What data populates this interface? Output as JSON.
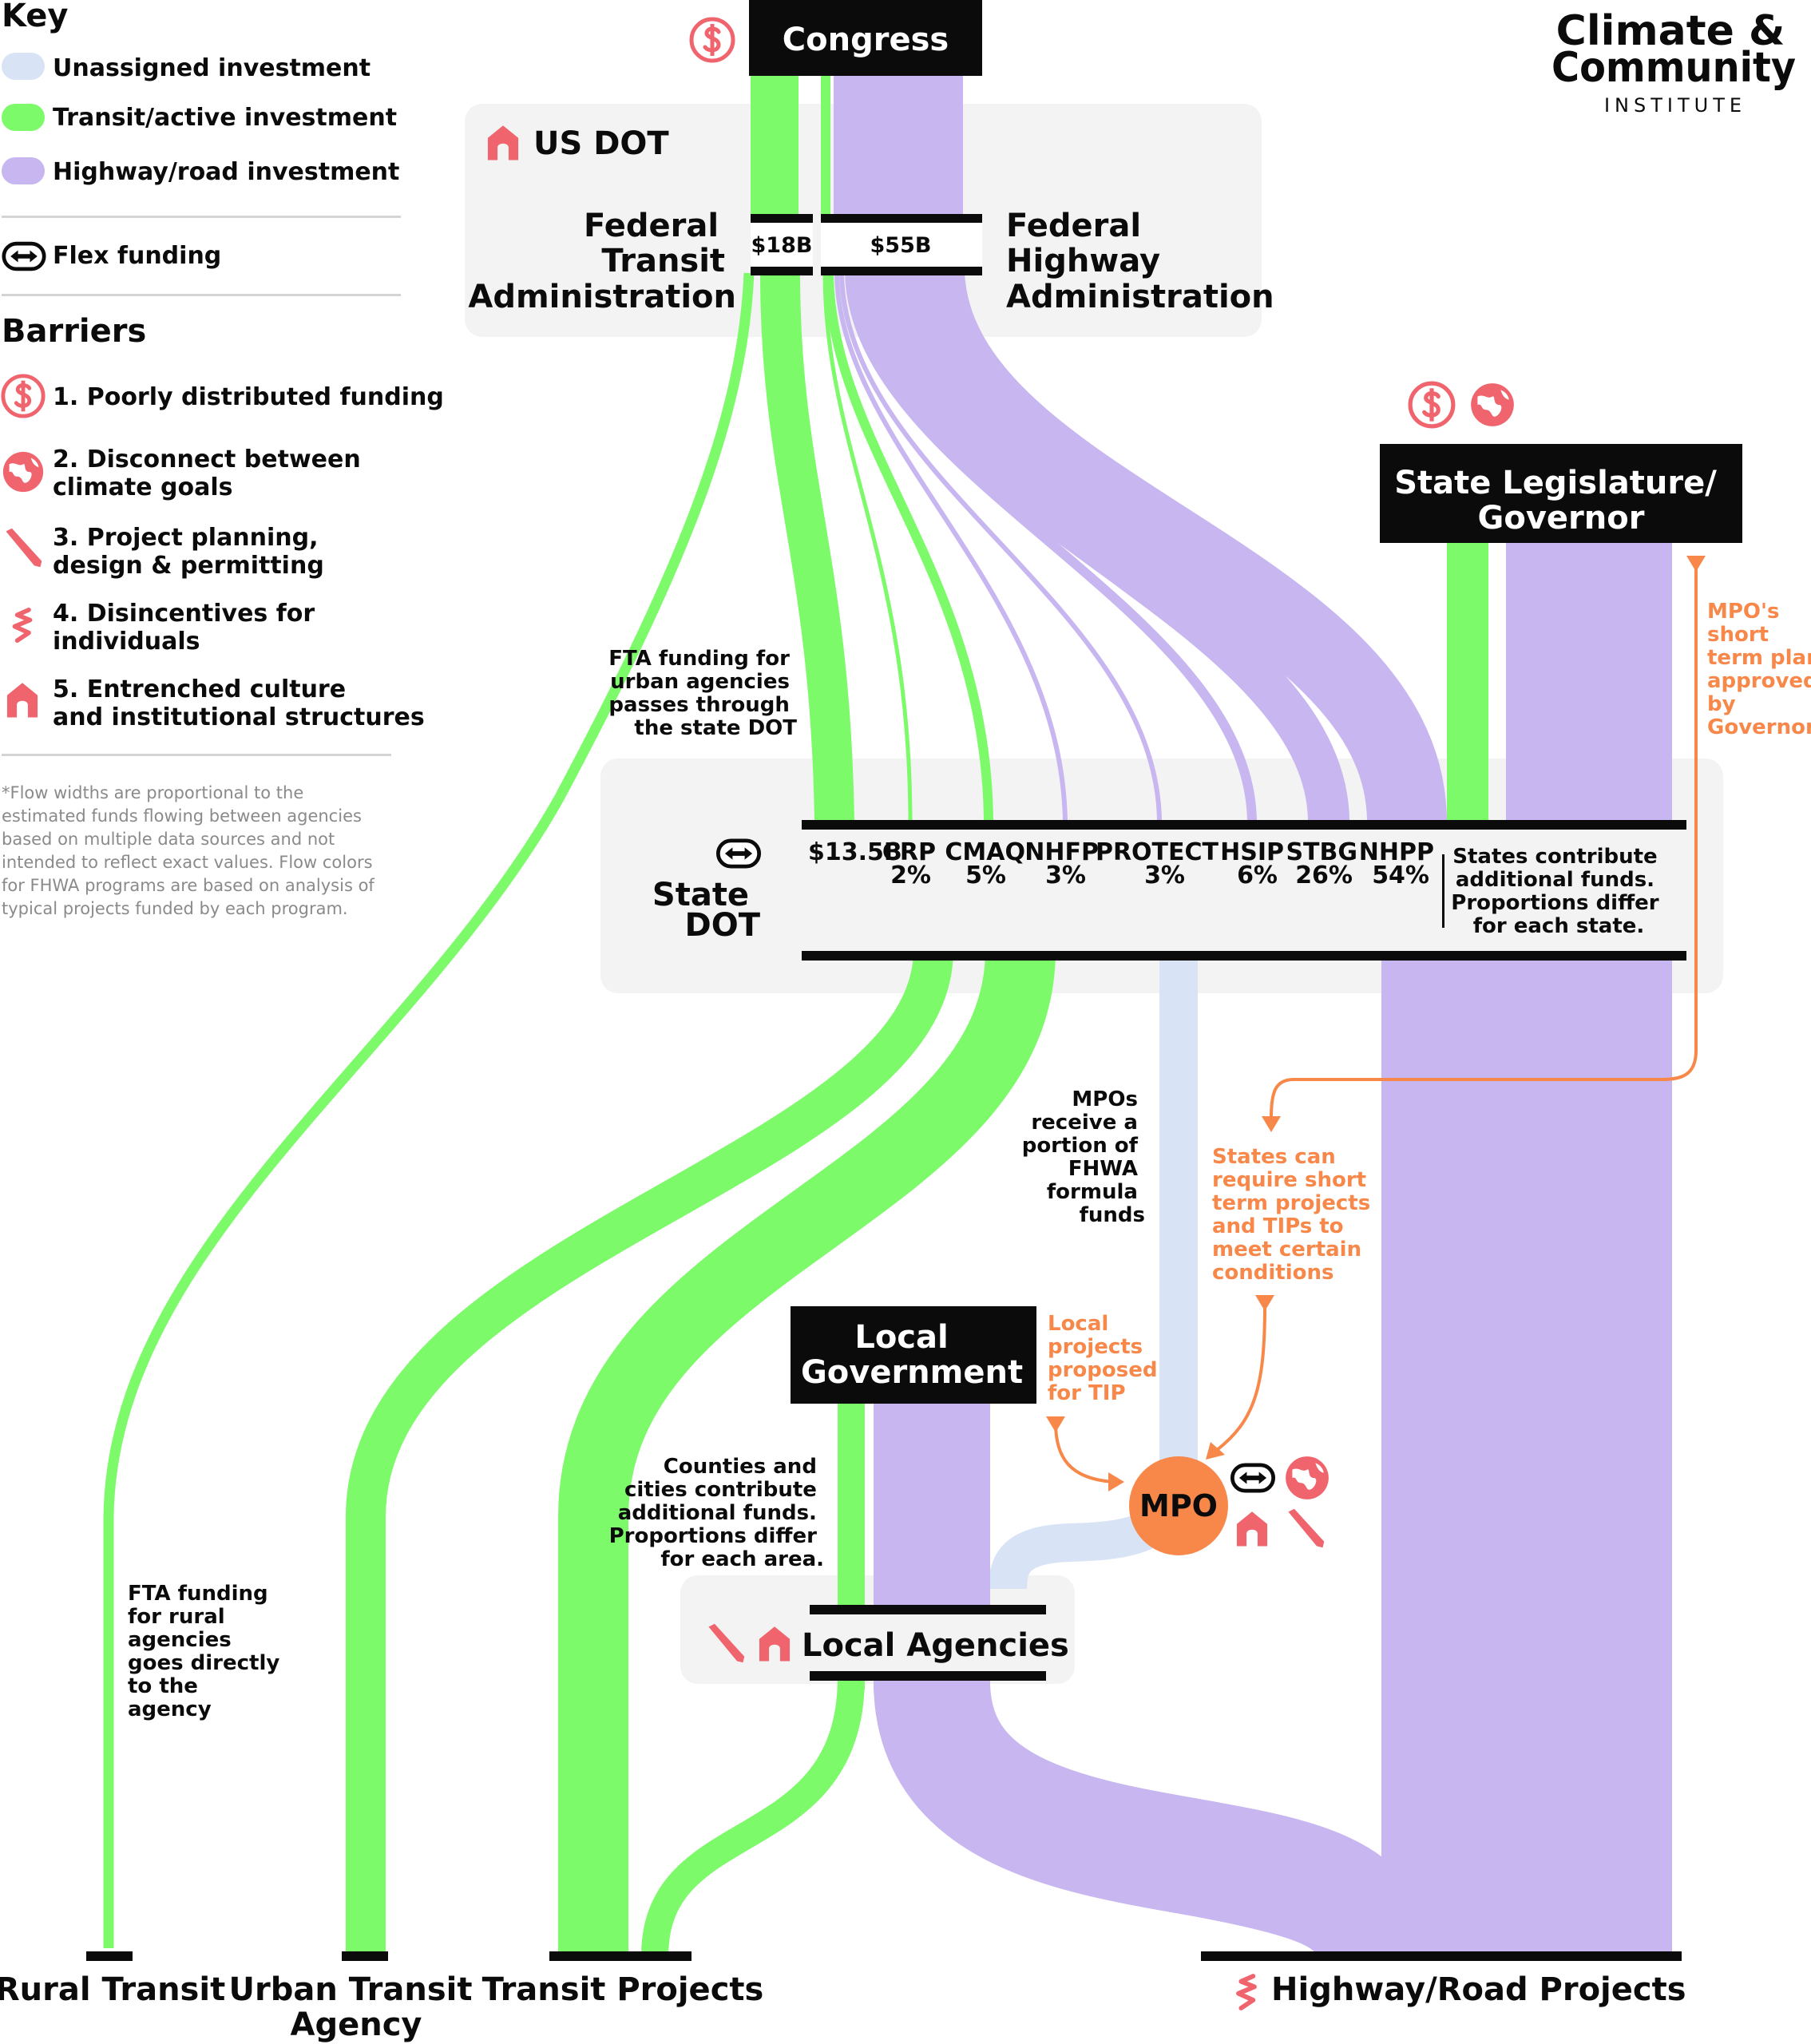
{
  "colors": {
    "transit": "#7dfa6a",
    "highway": "#c8b6f0",
    "unassigned": "#d8e4f5",
    "barrier": "#f0646e",
    "orange": "#f7884a",
    "panel": "#f3f3f3",
    "black": "#0b0b0b"
  },
  "key": {
    "title": "Key",
    "unassigned": "Unassigned investment",
    "transit": "Transit/active investment",
    "highway": "Highway/road investment",
    "flex": "Flex funding"
  },
  "barriers": {
    "title": "Barriers",
    "b1": "1. Poorly distributed funding",
    "b2_1": "2. Disconnect between",
    "b2_2": "climate goals",
    "b3_1": "3. Project planning,",
    "b3_2": "design & permitting",
    "b4_1": "4. Disincentives for",
    "b4_2": "individuals",
    "b5_1": "5. Entrenched culture",
    "b5_2": "and institutional structures"
  },
  "footnote": [
    "*Flow widths are proportional to the",
    "estimated funds flowing between agencies",
    "based on multiple data sources and not",
    "intended to reflect exact values. Flow colors",
    "for FHWA programs are based on analysis of",
    "typical projects funded by each program."
  ],
  "logo": {
    "line1": "Climate &",
    "line2": "Community",
    "line3": "INSTITUTE"
  },
  "nodes": {
    "congress": "Congress",
    "usdot": "US DOT",
    "fta": [
      "Federal",
      "Transit",
      "Administration"
    ],
    "fhwa": [
      "Federal",
      "Highway",
      "Administration"
    ],
    "fta_amount": "$18B",
    "fhwa_amount": "$55B",
    "state_leg": [
      "State Legislature/",
      "Governor"
    ],
    "state_dot": [
      "State",
      "DOT"
    ],
    "local_gov": [
      "Local",
      "Government"
    ],
    "mpo": "MPO",
    "local_agencies": "Local Agencies"
  },
  "programs": [
    {
      "name": "$13.5B",
      "pct": ""
    },
    {
      "name": "CRP",
      "pct": "2%"
    },
    {
      "name": "CMAQ",
      "pct": "5%"
    },
    {
      "name": "NHFP",
      "pct": "3%"
    },
    {
      "name": "PROTECT",
      "pct": "3%"
    },
    {
      "name": "HSIP",
      "pct": "6%"
    },
    {
      "name": "STBG",
      "pct": "26%"
    },
    {
      "name": "NHPP",
      "pct": "54%"
    }
  ],
  "notes": {
    "states_contribute": [
      "States contribute",
      "additional funds.",
      "Proportions differ",
      "for each state."
    ],
    "fta_urban": [
      "FTA funding for",
      "urban agencies",
      "passes through",
      "the state DOT"
    ],
    "mpos_receive": [
      "MPOs",
      "receive a",
      "portion of",
      "FHWA",
      "formula",
      "funds"
    ],
    "counties": [
      "Counties and",
      "cities contribute",
      "additional funds.",
      "Proportions differ",
      "for each area."
    ],
    "fta_rural": [
      "FTA funding",
      "for rural",
      "agencies",
      "goes directly",
      "to the",
      "agency"
    ],
    "mpo_plan": [
      "MPO's",
      "short",
      "term plan",
      "approved",
      "by",
      "Governor"
    ],
    "states_require": [
      "States can",
      "require short",
      "term projects",
      "and TIPs to",
      "meet certain",
      "conditions"
    ],
    "local_projects": [
      "Local",
      "projects",
      "proposed",
      "for TIP"
    ]
  },
  "outputs": {
    "rural": "Rural Transit",
    "urban": [
      "Urban Transit",
      "Agency"
    ],
    "transit_projects": "Transit Projects",
    "highway_projects": "Highway/Road Projects"
  },
  "icons": {
    "dollar": "dollar-icon",
    "globe": "globe-icon",
    "pencil": "pencil-icon",
    "squiggle": "squiggle-icon",
    "house": "house-icon",
    "flex": "flex-arrow-icon"
  }
}
